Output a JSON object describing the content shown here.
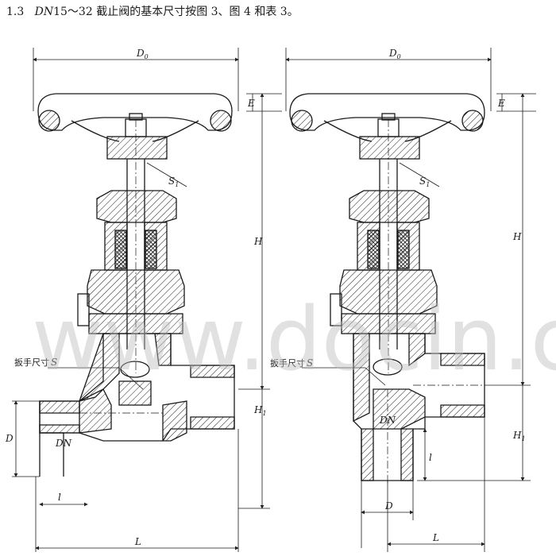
{
  "heading": {
    "section": "1.3",
    "dn_label": "DN",
    "text": "15～32 截止阀的基本尺寸按图 3、图 4 和表 3。"
  },
  "watermark": "www.docin.com",
  "figure_left": {
    "labels": {
      "d0": "D",
      "d0_sub": "0",
      "e": "E",
      "s1": "S",
      "s1_sub": "1",
      "h": "H",
      "h1": "H",
      "h1_sub": "1",
      "wrench": "扳手尺寸",
      "wrench_s": "S",
      "d": "D",
      "dn": "DN",
      "l_small": "l",
      "l_big": "L"
    }
  },
  "figure_right": {
    "labels": {
      "d0": "D",
      "d0_sub": "0",
      "e": "E",
      "s1": "S",
      "s1_sub": "1",
      "h": "H",
      "h1": "H",
      "h1_sub": "1",
      "wrench": "扳手尺寸",
      "wrench_s": "S",
      "dn": "DN",
      "d": "D",
      "l_small": "l",
      "l_big": "L"
    }
  }
}
